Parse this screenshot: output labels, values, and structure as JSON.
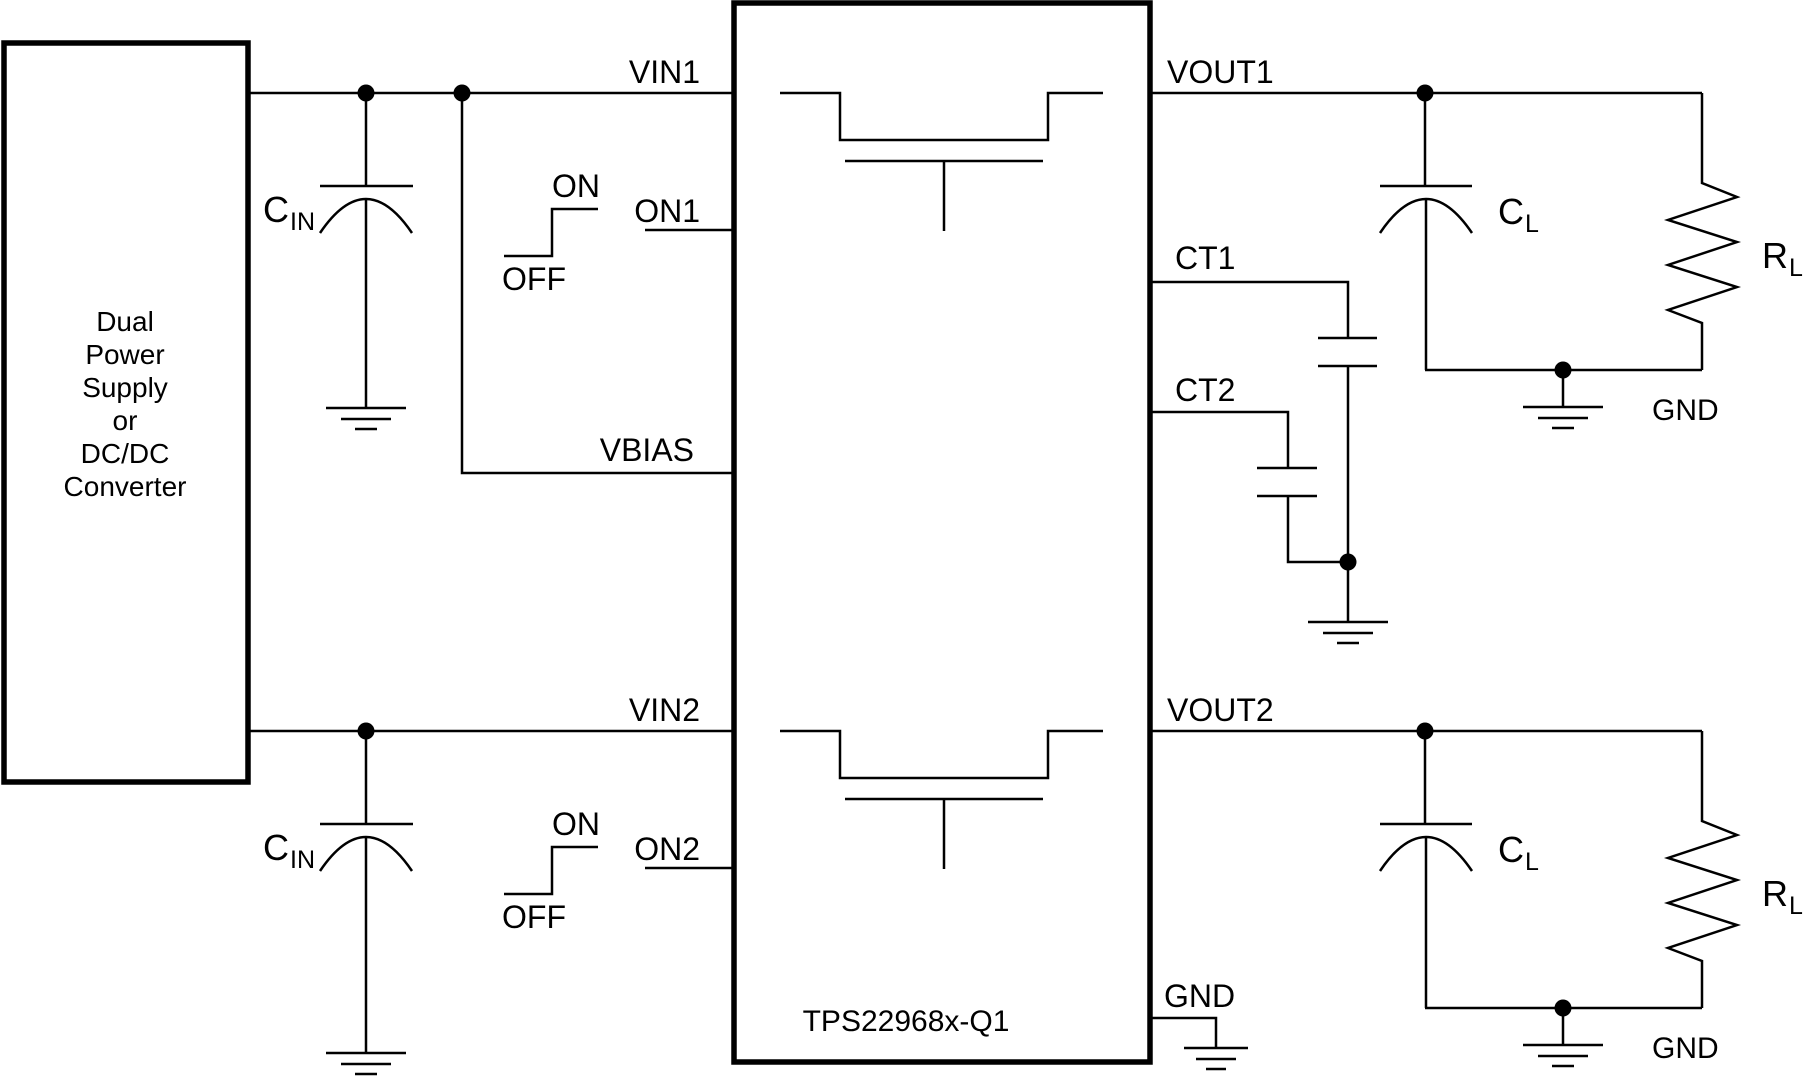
{
  "colors": {
    "line": "#000000",
    "background": "#ffffff"
  },
  "supply_box": {
    "lines": [
      "Dual",
      "Power",
      "Supply",
      "or",
      "DC/DC",
      "Converter"
    ]
  },
  "ic": {
    "part_number": "TPS22968x-Q1"
  },
  "pins": {
    "vin1": "VIN1",
    "on1": "ON1",
    "vbias": "VBIAS",
    "vin2": "VIN2",
    "on2": "ON2",
    "vout1": "VOUT1",
    "ct1": "CT1",
    "ct2": "CT2",
    "vout2": "VOUT2",
    "gnd": "GND"
  },
  "labels": {
    "on": "ON",
    "off": "OFF",
    "gnd": "GND",
    "cin_main": "C",
    "cin_sub": "IN",
    "cl_main": "C",
    "cl_sub": "L",
    "rl_main": "R",
    "rl_sub": "L"
  }
}
